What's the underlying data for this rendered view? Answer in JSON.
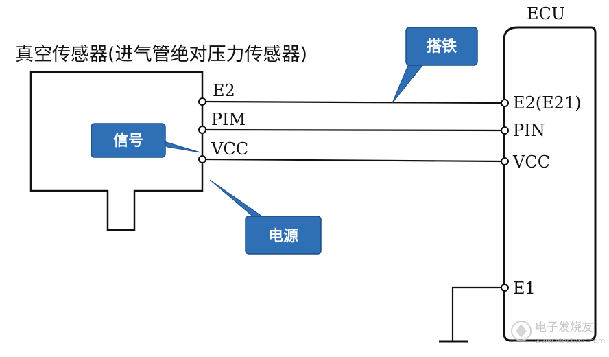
{
  "ecu": {
    "label": "ECU"
  },
  "sensor": {
    "title": "真空传感器(进气管绝对压力传感器)"
  },
  "sensor_pins": {
    "e2": "E2",
    "pim": "PIM",
    "vcc": "VCC"
  },
  "ecu_pins": {
    "e2": "E2(E21)",
    "pin": "PIN",
    "vcc": "VCC",
    "e1": "E1"
  },
  "callouts": {
    "ground": "搭铁",
    "signal": "信号",
    "power": "电源"
  },
  "colors": {
    "callout_fill": "#2f6fb6",
    "callout_text": "#ffffff",
    "line": "#111111"
  },
  "watermark": {
    "text": "电子发烧友",
    "url": "www.elecfans.com"
  }
}
